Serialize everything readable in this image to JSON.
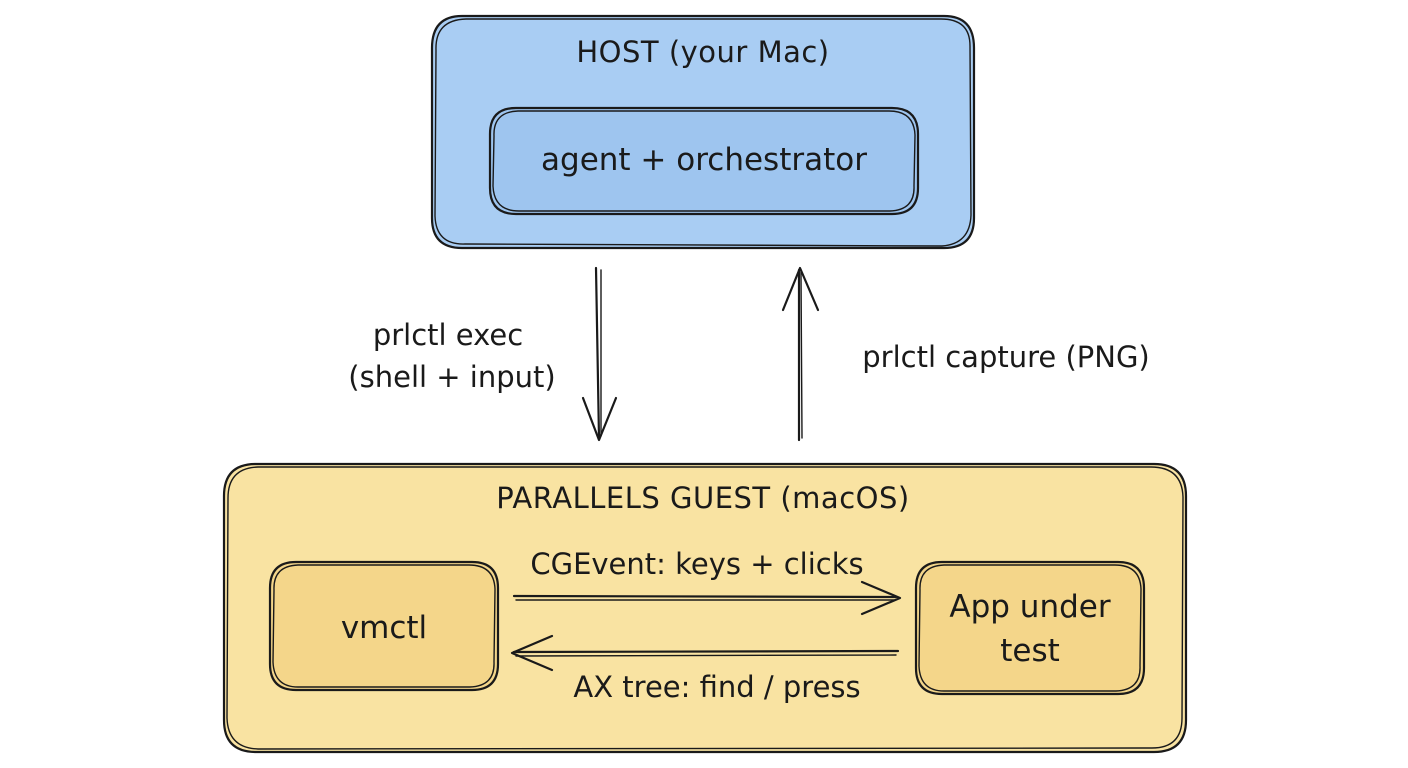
{
  "colors": {
    "host_fill": "#a9cdf3",
    "host_inner_fill": "#9ec5ef",
    "guest_fill": "#f9e3a2",
    "guest_inner_fill": "#f4d68a",
    "ink": "#1a1a1a",
    "background": "#ffffff"
  },
  "host": {
    "title": "HOST (your Mac)",
    "inner_label": "agent + orchestrator"
  },
  "edges": {
    "down_label_line1": "prlctl exec",
    "down_label_line2": "(shell + input)",
    "up_label": "prlctl capture (PNG)"
  },
  "guest": {
    "title": "PARALLELS GUEST (macOS)",
    "vmctl_label": "vmctl",
    "app_label_line1": "App under",
    "app_label_line2": "test",
    "right_arrow_label": "CGEvent: keys + clicks",
    "left_arrow_label": "AX tree: find / press"
  }
}
